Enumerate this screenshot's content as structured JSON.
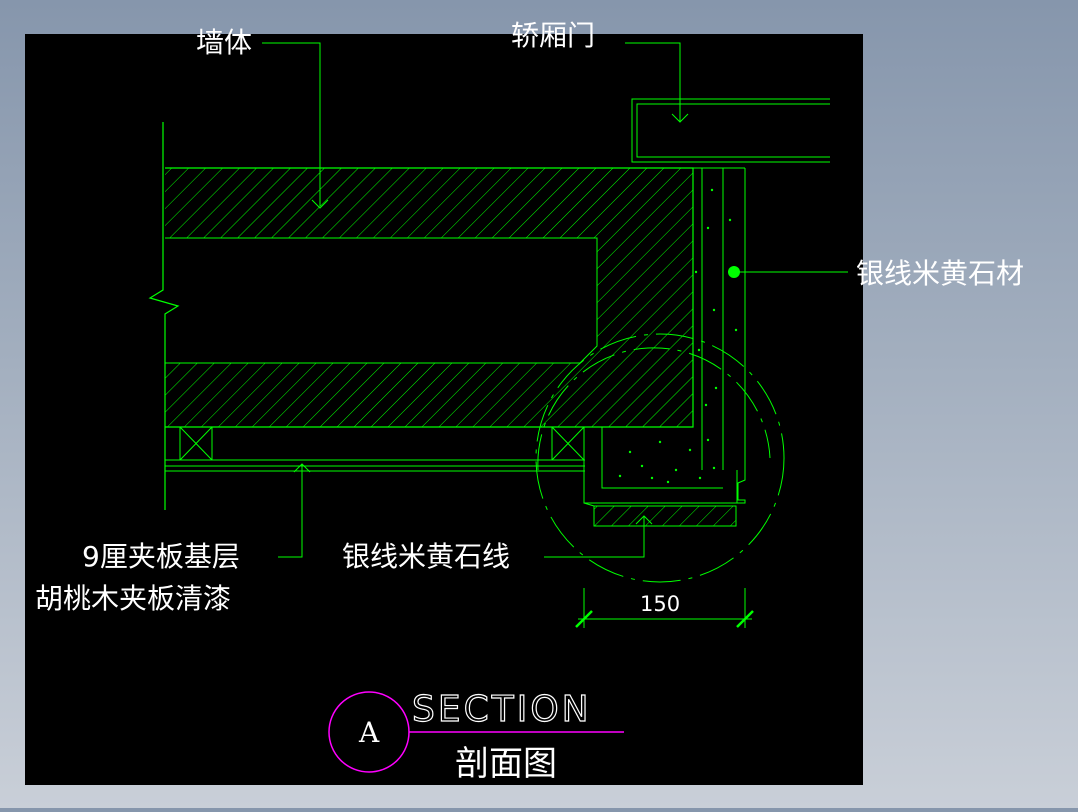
{
  "labels": {
    "wall": "墙体",
    "car_door": "轿厢门",
    "stone_cladding": "银线米黄石材",
    "plywood_base": "9厘夹板基层",
    "walnut_finish": "胡桃木夹板清漆",
    "stone_trim": "银线米黄石线"
  },
  "dimension": {
    "value": "150"
  },
  "section": {
    "marker": "A",
    "title": "SECTION",
    "subtitle": "剖面图"
  },
  "colors": {
    "canvas": "#000000",
    "line": "#00ff00",
    "marker_circle": "#ff00ff",
    "text": "#ffffff"
  }
}
